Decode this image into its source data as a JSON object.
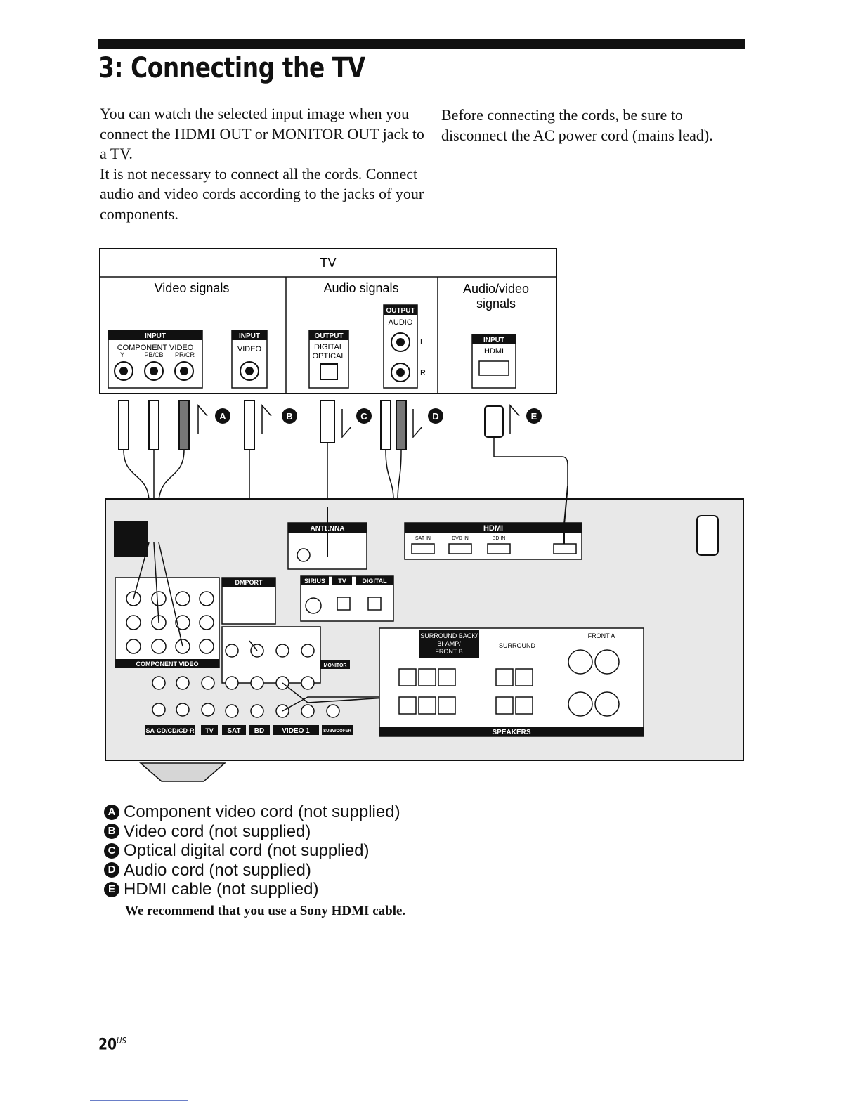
{
  "title": "3: Connecting the TV",
  "intro_left": [
    "You can watch the selected input image when you connect the HDMI OUT or MONITOR OUT jack to a TV.",
    "It is not necessary to connect all the cords. Connect audio and video cords according to the jacks of your components."
  ],
  "intro_right": "Before connecting the cords, be sure to disconnect the AC power cord (mains lead).",
  "diagram": {
    "tv_label": "TV",
    "columns": {
      "video_signals": "Video signals",
      "audio_signals": "Audio signals",
      "av_signals_line1": "Audio/video",
      "av_signals_line2": "signals"
    },
    "tv_jacks": {
      "input": "INPUT",
      "output": "OUTPUT",
      "component_video": "COMPONENT VIDEO",
      "y": "Y",
      "pb_cb": "PB/CB",
      "pr_cr": "PR/CR",
      "video": "VIDEO",
      "digital": "DIGITAL",
      "optical": "OPTICAL",
      "audio": "AUDIO",
      "l": "L",
      "r": "R",
      "hdmi": "HDMI"
    },
    "cable_letters": [
      "A",
      "B",
      "C",
      "D",
      "E"
    ],
    "receiver_labels": {
      "hdmi": "HDMI",
      "sat_in": "SAT IN",
      "dvd_in": "DVD IN",
      "bd_in": "BD IN",
      "antenna": "ANTENNA",
      "dmport": "DMPORT",
      "sirius": "SIRIUS",
      "tv": "TV",
      "digital": "DIGITAL",
      "component_video": "COMPONENT VIDEO",
      "monitor": "MONITOR",
      "sa_cd": "SA-CD/CD/CD-R",
      "sat": "SAT",
      "bd": "BD",
      "video1": "VIDEO 1",
      "subwoofer": "SUBWOOFER",
      "surround_back_1": "SURROUND BACK/",
      "surround_back_2": "BI-AMP/",
      "surround_back_3": "FRONT B",
      "surround": "SURROUND",
      "front_a": "FRONT A",
      "speakers": "SPEAKERS"
    }
  },
  "legend": [
    {
      "letter": "A",
      "text": "Component video cord (not supplied)"
    },
    {
      "letter": "B",
      "text": "Video cord (not supplied)"
    },
    {
      "letter": "C",
      "text": "Optical digital cord (not supplied)"
    },
    {
      "letter": "D",
      "text": "Audio cord (not supplied)"
    },
    {
      "letter": "E",
      "text": "HDMI cable (not supplied)"
    }
  ],
  "note": "We recommend that you use a Sony HDMI cable.",
  "page_number": "20",
  "page_suffix": "US"
}
